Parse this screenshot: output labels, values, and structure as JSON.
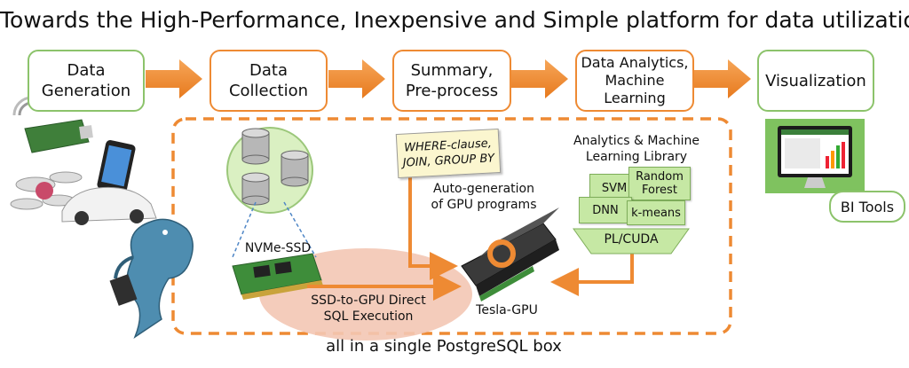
{
  "title": "Towards the High-Performance, Inexpensive and Simple platform for data utilization",
  "pipeline": [
    {
      "label": "Data\nGeneration",
      "border": "#8cc36b"
    },
    {
      "label": "Data\nCollection",
      "border": "#ee8a33"
    },
    {
      "label": "Summary,\nPre-process",
      "border": "#ee8a33"
    },
    {
      "label": "Data Analytics,\nMachine\nLearning",
      "border": "#ee8a33"
    },
    {
      "label": "Visualization",
      "border": "#8cc36b"
    }
  ],
  "box": {
    "caption": "all in a single PostgreSQL box",
    "nvme_label": "NVMe-SSD",
    "direct_label": "SSD-to-GPU Direct\nSQL Execution",
    "gpu_label": "Tesla-GPU",
    "where_note": "WHERE-clause,\nJOIN, GROUP BY",
    "autogen_label": "Auto-generation\nof GPU programs",
    "library_title": "Analytics & Machine\nLearning Library",
    "library_items": [
      "SVM",
      "Random\nForest",
      "DNN",
      "k-means"
    ],
    "plcuda_label": "PL/CUDA"
  },
  "bi_tools_label": "BI Tools",
  "colors": {
    "orange": "#ee8a33",
    "green": "#8cc36b",
    "library_green": "#c6e8a4",
    "ellipse": "#f3c6b4"
  },
  "icons": [
    "iot-device-icon",
    "drone-icon",
    "smartphone-icon",
    "car-icon",
    "elephant-mascot-icon",
    "database-cylinders-icon",
    "ssd-card-icon",
    "gpu-card-icon",
    "monitor-dashboard-icon"
  ]
}
